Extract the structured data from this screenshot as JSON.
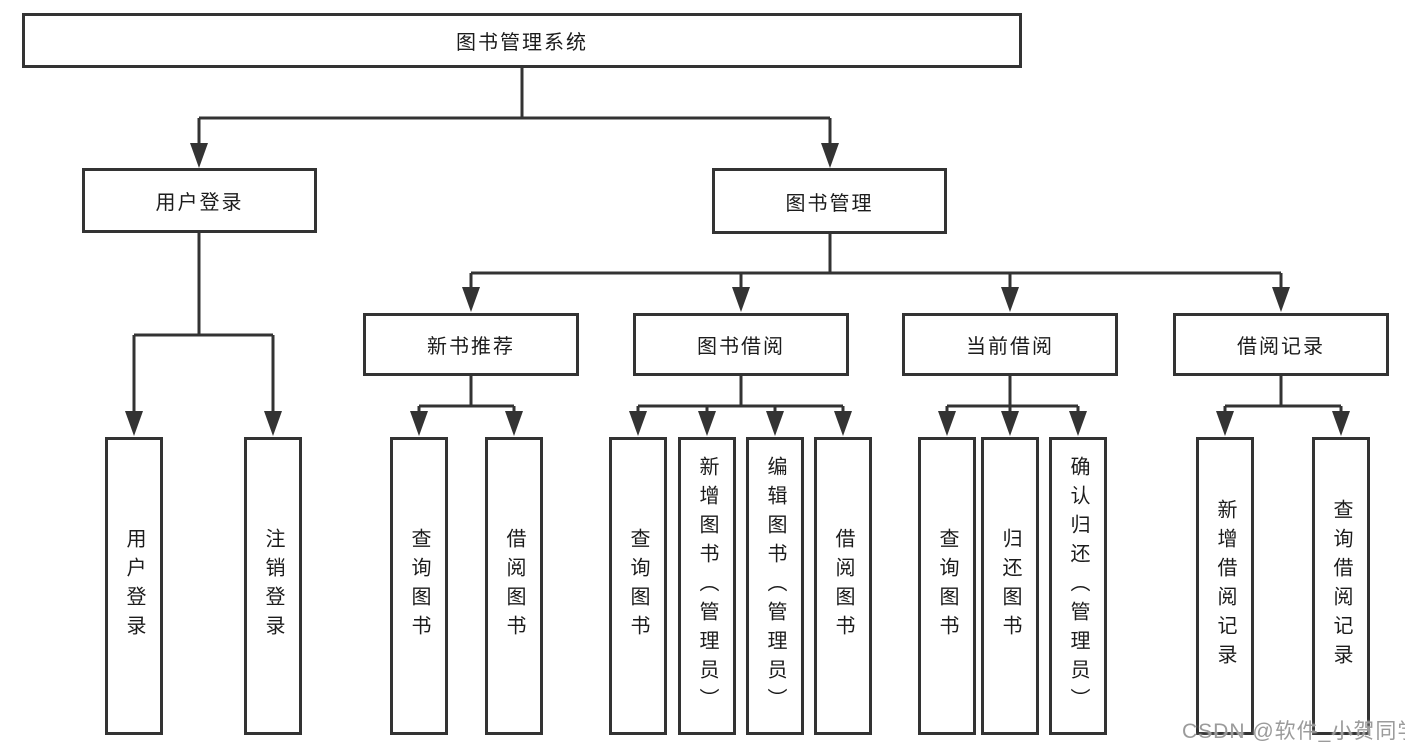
{
  "tree": {
    "label": "图书管理系统",
    "children": [
      {
        "label": "用户登录",
        "children": [
          {
            "label": "用户登录"
          },
          {
            "label": "注销登录"
          }
        ]
      },
      {
        "label": "图书管理",
        "children": [
          {
            "label": "新书推荐",
            "children": [
              {
                "label": "查询图书"
              },
              {
                "label": "借阅图书"
              }
            ]
          },
          {
            "label": "图书借阅",
            "children": [
              {
                "label": "查询图书"
              },
              {
                "label": "新增图书（管理员）"
              },
              {
                "label": "编辑图书（管理员）"
              },
              {
                "label": "借阅图书"
              }
            ]
          },
          {
            "label": "当前借阅",
            "children": [
              {
                "label": "查询图书"
              },
              {
                "label": "归还图书"
              },
              {
                "label": "确认归还（管理员）"
              }
            ]
          },
          {
            "label": "借阅记录",
            "children": [
              {
                "label": "新增借阅记录"
              },
              {
                "label": "查询借阅记录"
              }
            ]
          }
        ]
      }
    ]
  },
  "watermark": {
    "text": "CSDN @软件_小贺同学",
    "color": "#9b9b9b"
  },
  "colors": {
    "line": "#333333",
    "text": "#1c1c1c",
    "background": "#ffffff"
  }
}
